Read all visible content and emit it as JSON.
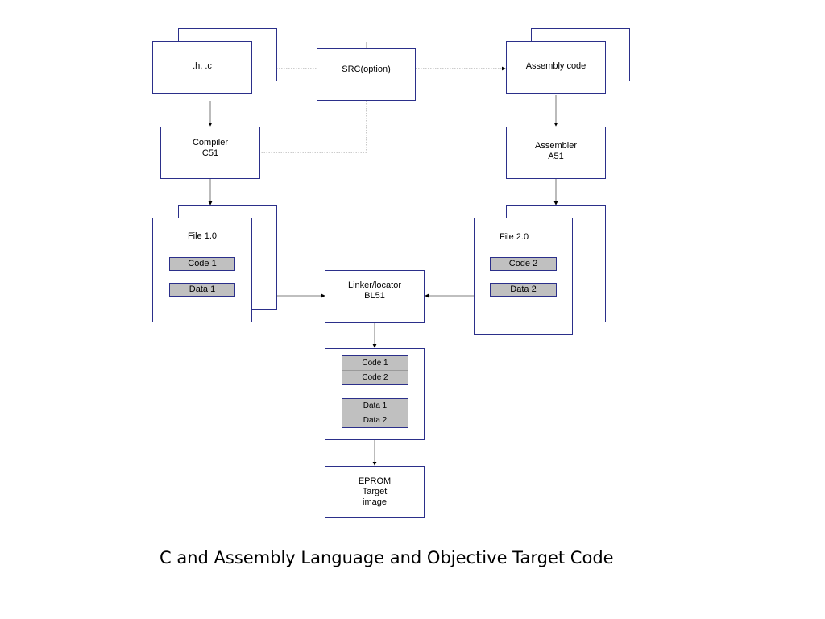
{
  "nodes": {
    "source": ".h, .c",
    "src_option": "SRC(option)",
    "assembly_code": "Assembly code",
    "compiler": [
      "Compiler",
      "C51"
    ],
    "assembler": [
      "Assembler",
      "A51"
    ],
    "file1": {
      "title": "File 1.0",
      "code": "Code 1",
      "data": "Data 1"
    },
    "file2": {
      "title": "File 2.0",
      "code": "Code 2",
      "data": "Data 2"
    },
    "linker": [
      "Linker/locator",
      "BL51"
    ],
    "output": {
      "codes": [
        "Code 1",
        "Code 2"
      ],
      "datas": [
        "Data 1",
        "Data 2"
      ]
    },
    "eprom": [
      "EPROM",
      "Target",
      "image"
    ]
  },
  "caption": "C and Assembly Language and Objective Target Code",
  "colors": {
    "border": "#2b2f8a",
    "fill_gray": "#c0c0c0"
  }
}
